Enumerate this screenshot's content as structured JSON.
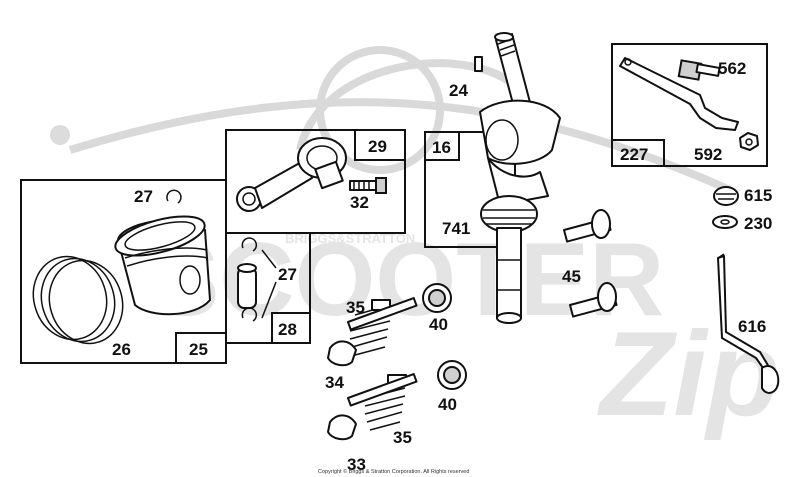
{
  "watermark": {
    "brand": "SCOOTER",
    "script": "Zip",
    "sub": "BRIGGS&STRATTON"
  },
  "callouts": {
    "p24": "24",
    "p16": "16",
    "p741": "741",
    "p29": "29",
    "p32": "32",
    "p27a": "27",
    "p27b": "27",
    "p25": "25",
    "p26": "26",
    "p28": "28",
    "p35a": "35",
    "p35b": "35",
    "p40a": "40",
    "p40b": "40",
    "p34": "34",
    "p33": "33",
    "p45": "45",
    "p227": "227",
    "p562": "562",
    "p592": "592",
    "p615": "615",
    "p230": "230",
    "p616": "616"
  },
  "copyright": "Copyright © Briggs & Stratton Corporation. All Rights reserved"
}
